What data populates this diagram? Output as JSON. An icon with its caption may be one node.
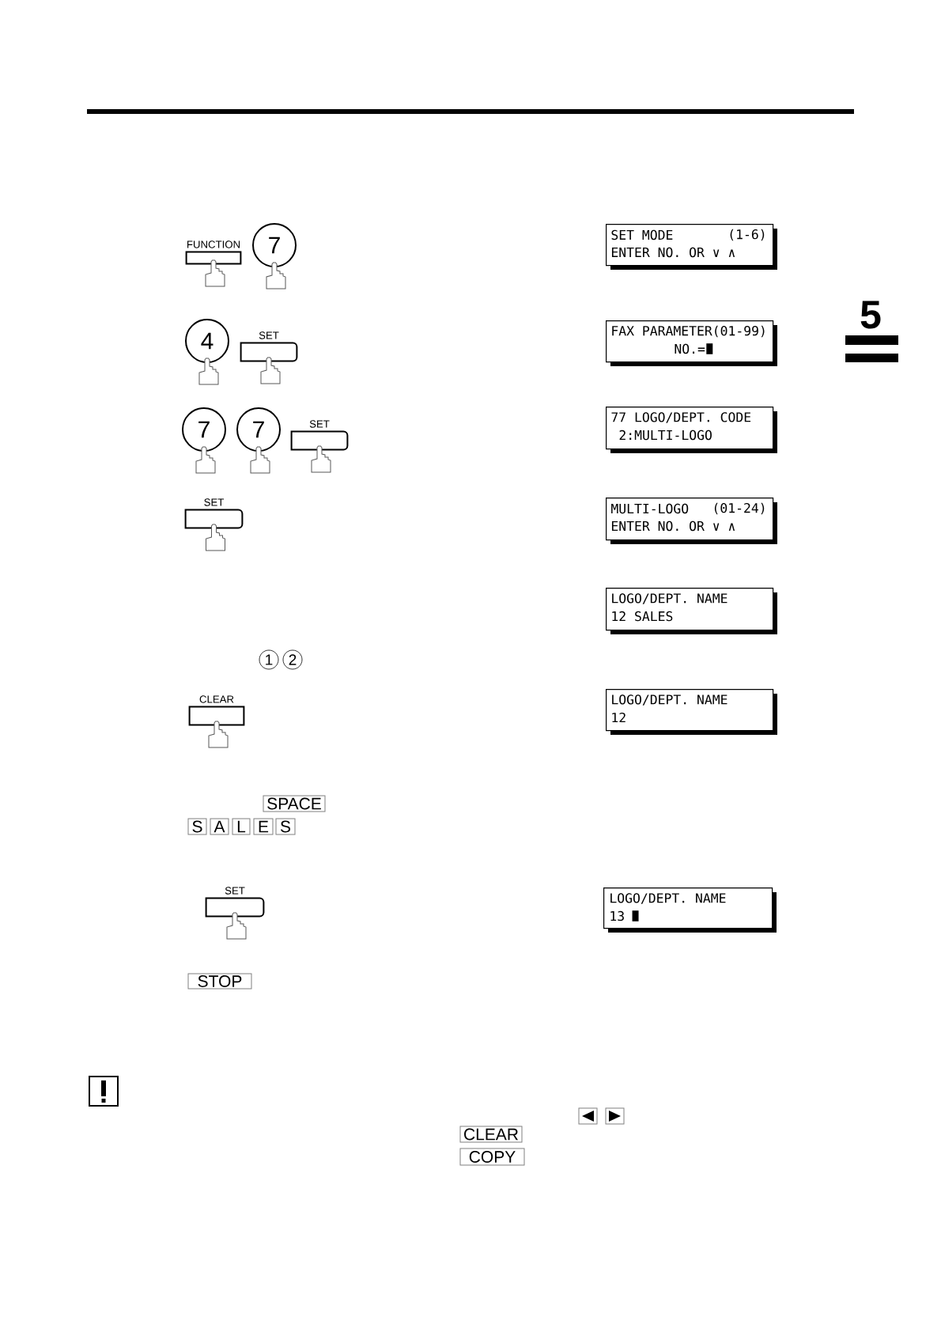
{
  "diagram": {
    "nodes": [
      {
        "text": [
          "FUNCTION"
        ]
      },
      {
        "text": [
          "7"
        ]
      },
      {
        "text": [
          "SET MODE",
          "(1-6)",
          "ENTER NO. OR ∨ ∧"
        ]
      },
      {
        "text": [
          "4"
        ]
      },
      {
        "text": [
          "SET"
        ]
      },
      {
        "text": [
          "FAX PARAMETER(01-99)",
          "NO.="
        ]
      },
      {
        "text": [
          "7"
        ]
      },
      {
        "text": [
          "7"
        ]
      },
      {
        "text": [
          "SET"
        ]
      },
      {
        "text": [
          "77 LOGO/DEPT. CODE",
          "2:MULTI-LOGO"
        ]
      },
      {
        "text": [
          "SET"
        ]
      },
      {
        "text": [
          "MULTI-LOGO",
          "(01-24)",
          "ENTER NO. OR ∨ ∧"
        ]
      },
      {
        "text": [
          "LOGO/DEPT. NAME",
          "12 SALES"
        ]
      },
      {
        "text": [
          "1"
        ]
      },
      {
        "text": [
          "2"
        ]
      },
      {
        "text": [
          "CLEAR"
        ]
      },
      {
        "text": [
          "LOGO/DEPT. NAME",
          "12"
        ]
      },
      {
        "text": [
          "SPACE"
        ]
      },
      {
        "text": [
          "S"
        ]
      },
      {
        "text": [
          "A"
        ]
      },
      {
        "text": [
          "L"
        ]
      },
      {
        "text": [
          "E"
        ]
      },
      {
        "text": [
          "S"
        ]
      },
      {
        "text": [
          "SET"
        ]
      },
      {
        "text": [
          "LOGO/DEPT. NAME",
          "13"
        ]
      },
      {
        "text": [
          "STOP"
        ]
      },
      {
        "text": [
          "CLEAR"
        ]
      },
      {
        "text": [
          "COPY"
        ]
      }
    ],
    "labels": [
      "5"
    ]
  }
}
